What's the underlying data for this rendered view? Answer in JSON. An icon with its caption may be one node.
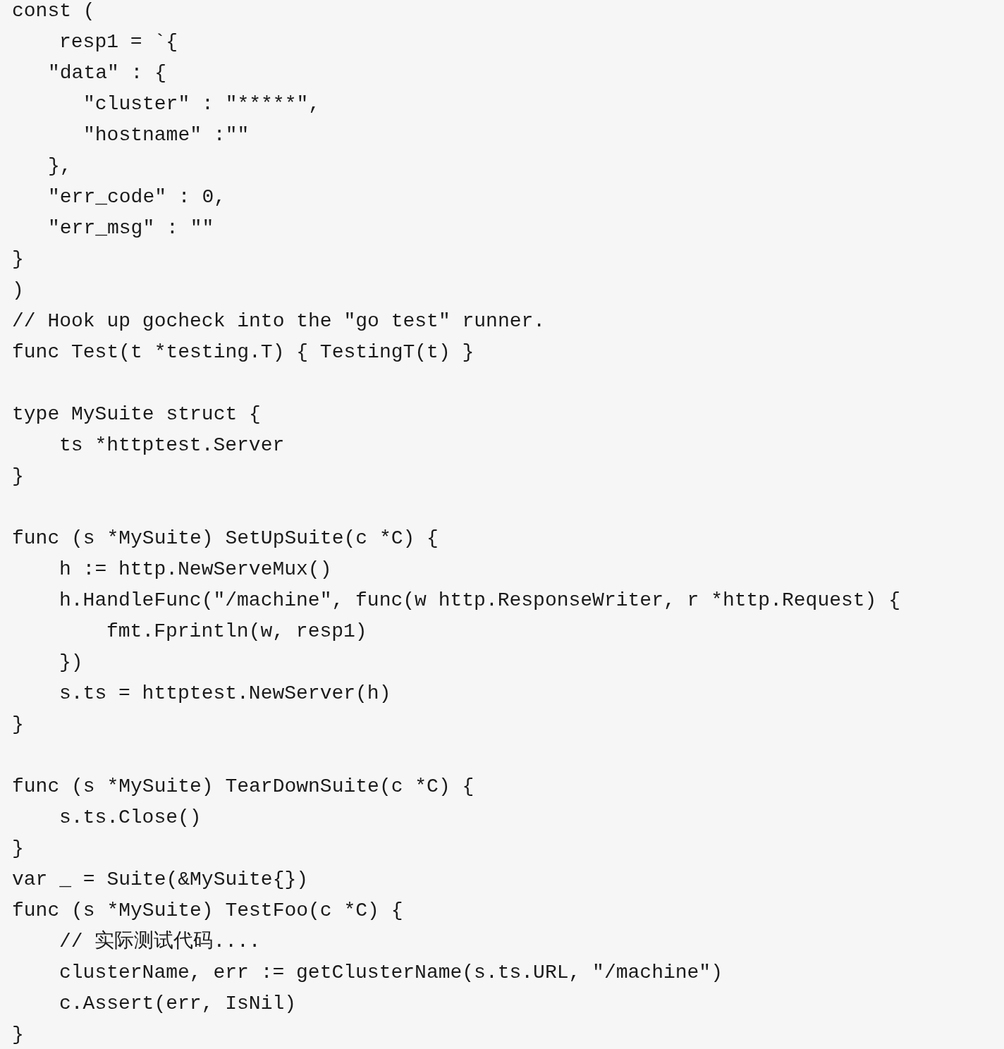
{
  "diagram": {
    "labels": [
      "const (",
      "resp1 = `{",
      "\"data\" : {",
      "\"cluster\" : \"*****\",",
      "\"hostname\" :\"\"",
      "},",
      "\"err_code\" : 0,",
      "\"err_msg\" : \"\"",
      "}",
      ")",
      "// Hook up gocheck into the \"go test\" runner.",
      "func Test(t *testing.T) { TestingT(t) }",
      "type MySuite struct {",
      "ts *httptest.Server",
      "}",
      "func (s *MySuite) SetUpSuite(c *C) {",
      "h := http.NewServeMux()",
      "h.HandleFunc(\"/machine\", func(w http.ResponseWriter, r *http.Request) {",
      "fmt.Fprintln(w, resp1)",
      "})",
      "s.ts = httptest.NewServer(h)",
      "}",
      "func (s *MySuite) TearDownSuite(c *C) {",
      "s.ts.Close()",
      "}",
      "var _ = Suite(&MySuite{})",
      "func (s *MySuite) TestFoo(c *C) {",
      "// 实际测试代码....",
      "clusterName, err := getClusterName(s.ts.URL, \"/machine\")",
      "c.Assert(err, IsNil)",
      "}"
    ]
  }
}
